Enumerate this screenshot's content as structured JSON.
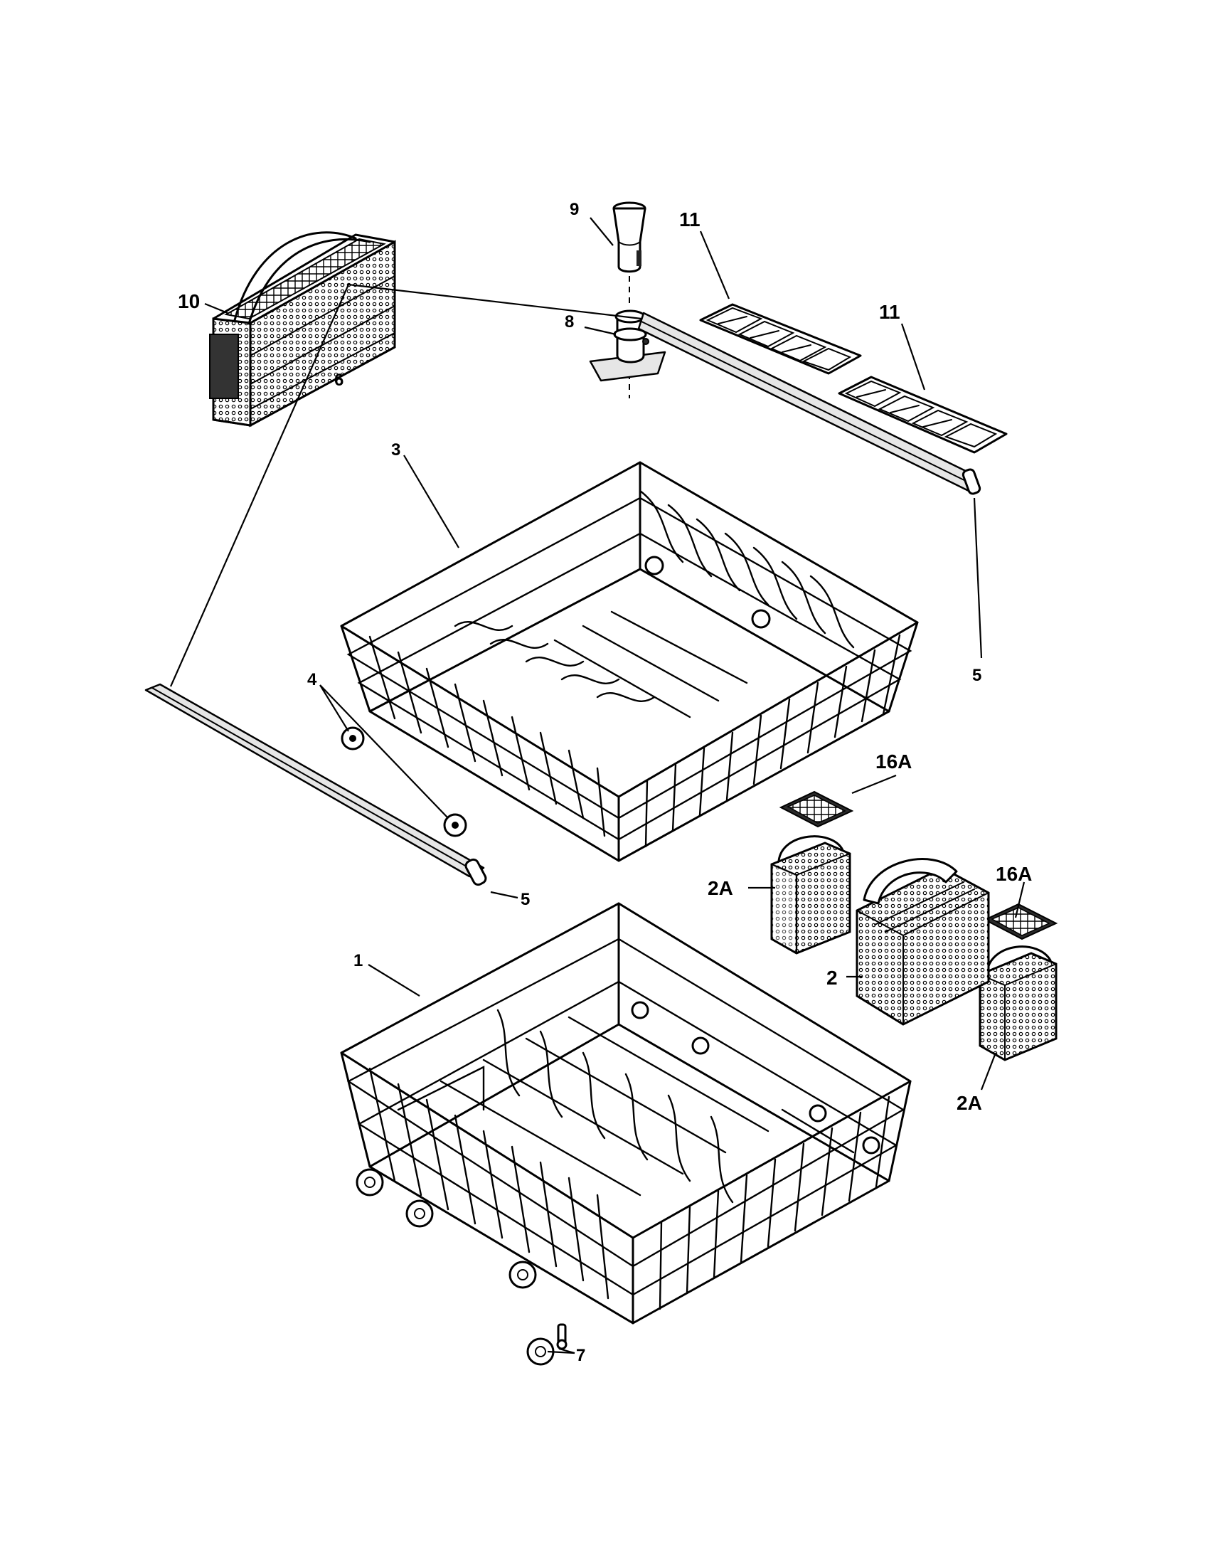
{
  "callouts": {
    "c1": "1",
    "c2": "2",
    "c2a_top": "2A",
    "c2a_bottom": "2A",
    "c3": "3",
    "c4": "4",
    "c5_right": "5",
    "c5_left": "5",
    "c6": "6",
    "c7": "7",
    "c8": "8",
    "c9": "9",
    "c10": "10",
    "c11_left": "11",
    "c11_right": "11",
    "c16a_left": "16A",
    "c16a_right": "16A"
  }
}
